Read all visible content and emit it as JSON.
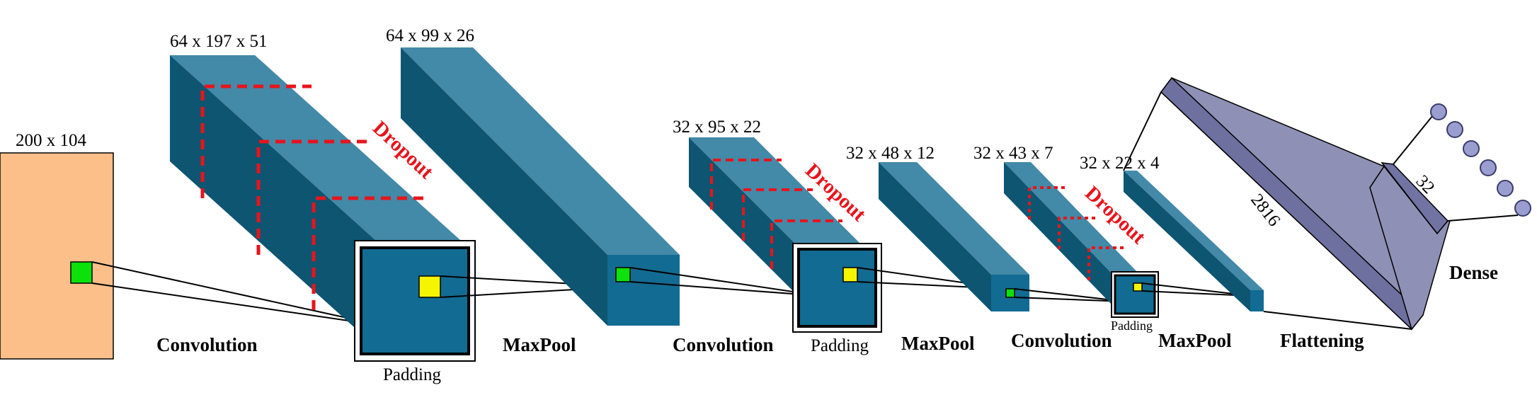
{
  "colors": {
    "input": "#fcbf8a",
    "block_top": "#4389a8",
    "block_side": "#0d5571",
    "block_front": "#126b92",
    "kernel_green": "#0ce10c",
    "kernel_yellow": "#f5f500",
    "dropout": "#e8141c",
    "dense": "#8f90b5",
    "dense_node": "#9a9dcf"
  },
  "dims": {
    "input": "200 x 104",
    "conv1": "64 x 197 x 51",
    "pool1": "64 x 99 x 26",
    "conv2": "32 x 95 x 22",
    "pool2": "32 x 48 x 12",
    "conv3": "32 x 43 x 7",
    "pool3": "32 x 22 x 4"
  },
  "layers": {
    "conv1": "Convolution",
    "pool1": "MaxPool",
    "conv2": "Convolution",
    "pool2": "MaxPool",
    "conv3": "Convolution",
    "pool3": "MaxPool",
    "flatten": "Flattening",
    "dense": "Dense"
  },
  "padding": {
    "p1": "Padding",
    "p2": "Padding",
    "p3": "Padding"
  },
  "dropout": {
    "d1": "Dropout",
    "d2": "Dropout",
    "d3": "Dropout"
  },
  "dense": {
    "flatten_size": "2816",
    "units": "32"
  }
}
